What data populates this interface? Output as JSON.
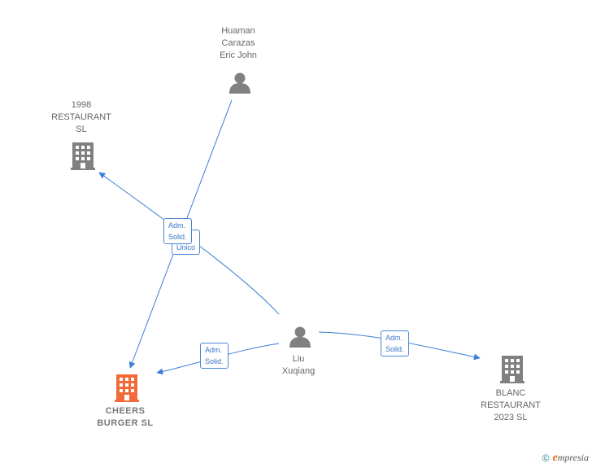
{
  "nodes": {
    "huaman": {
      "label": "Huaman\nCarazas\nEric John",
      "type": "person-icon"
    },
    "r1998": {
      "label": "1998\nRESTAURANT\nSL",
      "type": "building-icon"
    },
    "liu": {
      "label": "Liu\nXuqiang",
      "type": "person-icon"
    },
    "cheers": {
      "label": "CHEERS\nBURGER SL",
      "type": "building-icon"
    },
    "blanc": {
      "label": "BLANC\nRESTAURANT\n2023 SL",
      "type": "building-icon"
    }
  },
  "edges": {
    "e1": {
      "label": "Adm.\nSolid."
    },
    "e2": {
      "label": "Unico"
    },
    "e3": {
      "label": "Adm.\nSolid."
    },
    "e4": {
      "label": "Adm.\nSolid."
    }
  },
  "colors": {
    "edge": "#3a7fd5",
    "icon": "#808080",
    "main_icon": "#f26a3a"
  },
  "footer": {
    "copyright": "©",
    "brand_e": "e",
    "brand_rest": "mpresia"
  }
}
